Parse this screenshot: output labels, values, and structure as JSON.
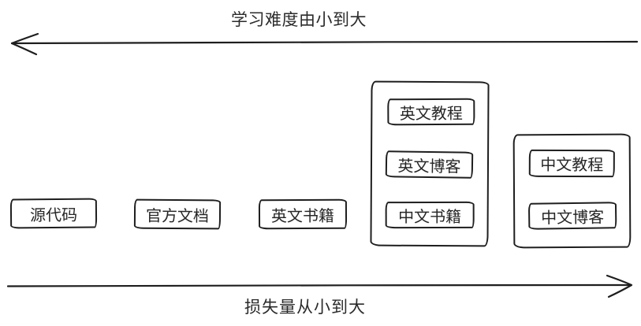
{
  "diagram": {
    "top_axis": {
      "label": "学习难度由小到大",
      "arrow_icon": "arrow-left-icon",
      "arrow_direction": "left"
    },
    "bottom_axis": {
      "label": "损失量从小到大",
      "arrow_icon": "arrow-right-icon",
      "arrow_direction": "right"
    },
    "nodes": [
      {
        "label": "源代码"
      },
      {
        "label": "官方文档"
      },
      {
        "label": "英文书籍"
      }
    ],
    "groups": [
      {
        "items": [
          {
            "label": "英文教程"
          },
          {
            "label": "英文博客"
          },
          {
            "label": "中文书籍"
          }
        ]
      },
      {
        "items": [
          {
            "label": "中文教程"
          },
          {
            "label": "中文博客"
          }
        ]
      }
    ],
    "colors": {
      "stroke": "#1e1e1e",
      "background": "#ffffff",
      "text": "#2b2b2b"
    }
  }
}
